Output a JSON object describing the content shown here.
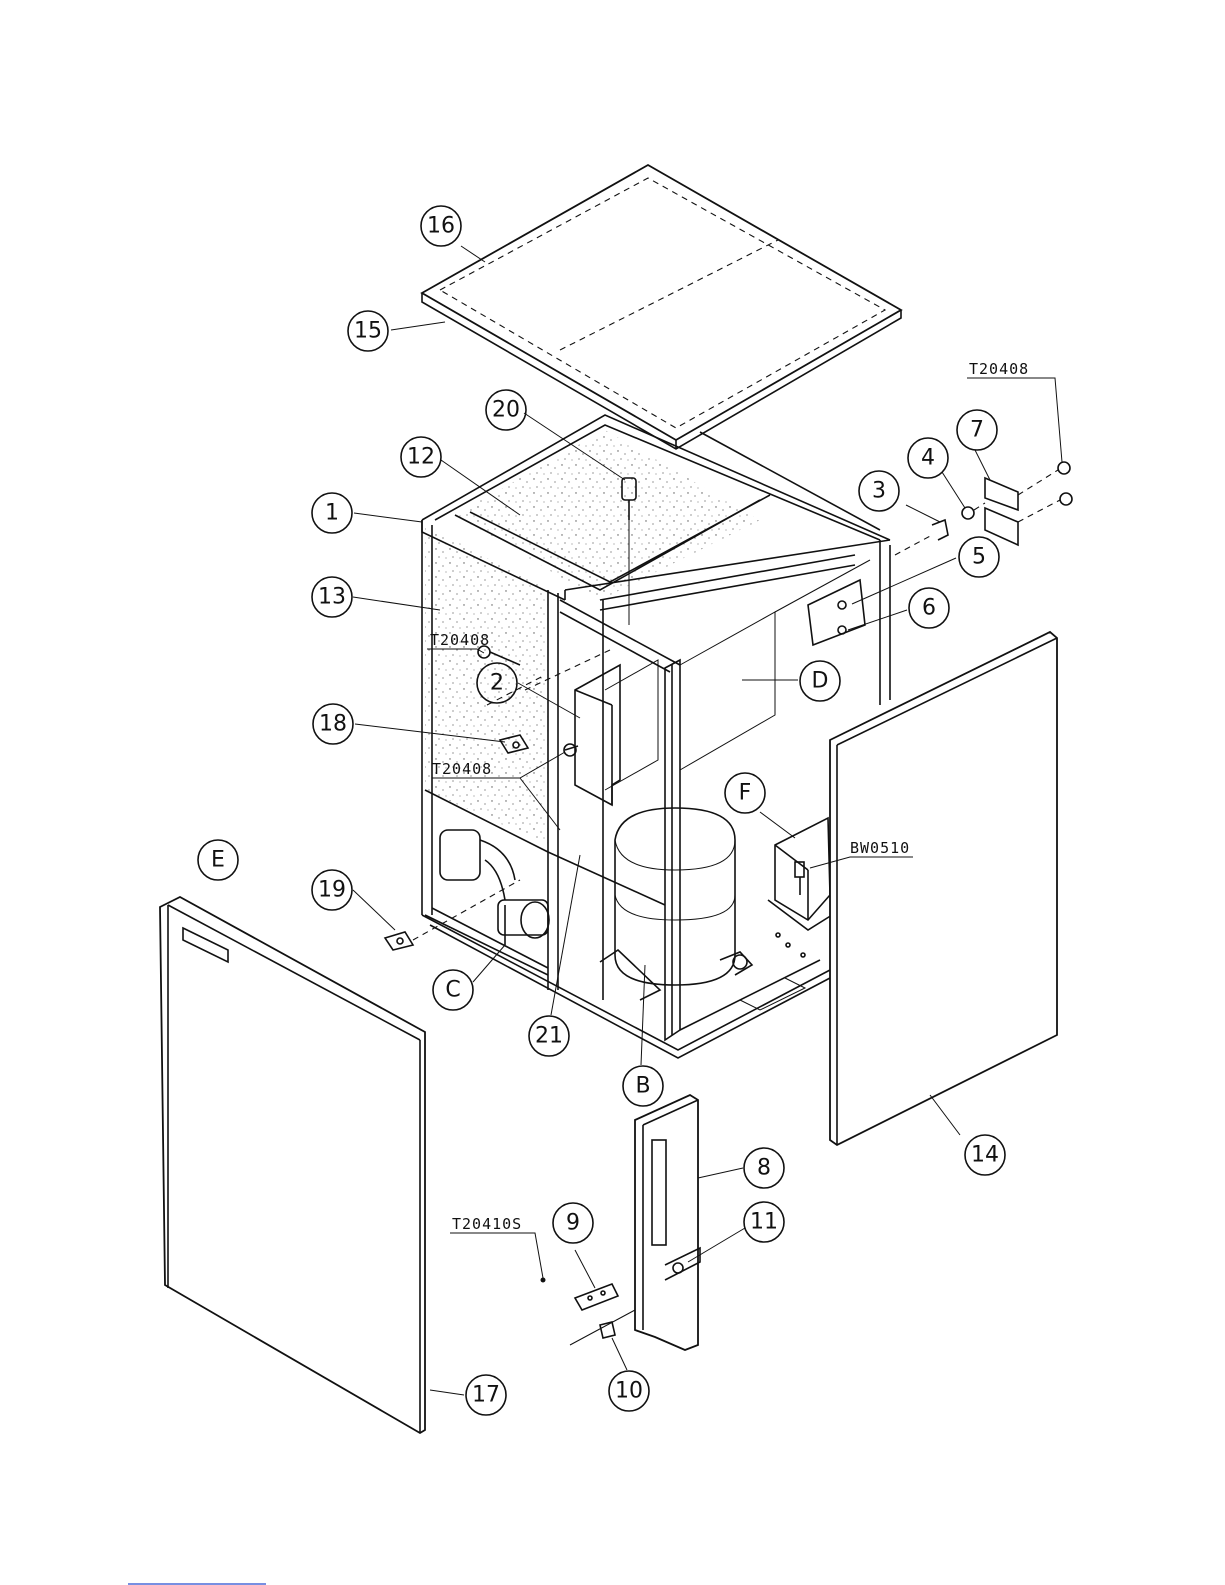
{
  "diagram": {
    "callouts": {
      "c1": "1",
      "c2": "2",
      "c3": "3",
      "c4": "4",
      "c5": "5",
      "c6": "6",
      "c7": "7",
      "c8": "8",
      "c9": "9",
      "c10": "10",
      "c11": "11",
      "c12": "12",
      "c13": "13",
      "c14": "14",
      "c15": "15",
      "c16": "16",
      "c17": "17",
      "c18": "18",
      "c19": "19",
      "c20": "20",
      "c21": "21",
      "cB": "B",
      "cC": "C",
      "cD": "D",
      "cE": "E",
      "cF": "F"
    },
    "codes": {
      "screw_top_right": "T20408",
      "screw_side_upper": "T20408",
      "screw_side_lower": "T20408",
      "bolt_right": "BW0510",
      "screw_bottom": "T20410S"
    }
  }
}
